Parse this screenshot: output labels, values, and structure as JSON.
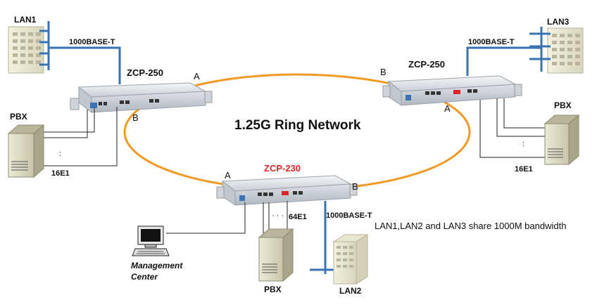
{
  "ring_title": "1.25G Ring Network",
  "note": "LAN1,LAN2 and LAN3 share 1000M bandwidth",
  "devices": {
    "left": {
      "name": "ZCP-250",
      "port_a": "A",
      "port_b": "B"
    },
    "right": {
      "name": "ZCP-250",
      "port_a": "A",
      "port_b": "B"
    },
    "bottom": {
      "name": "ZCP-230",
      "port_a": "A",
      "port_b": "B",
      "name_color": "#d8262b"
    }
  },
  "lans": {
    "lan1": "LAN1",
    "lan2": "LAN2",
    "lan3": "LAN3"
  },
  "links": {
    "lan1_link": "1000BASE-T",
    "lan3_link": "1000BASE-T",
    "lan2_link": "1000BASE-T"
  },
  "pbx": {
    "left": {
      "label": "PBX",
      "trunk": "16E1"
    },
    "right": {
      "label": "PBX",
      "trunk": "16E1"
    },
    "bottom": {
      "label": "PBX",
      "trunk": "64E1"
    }
  },
  "management": {
    "line1": "Management",
    "line2": "Center"
  },
  "colors": {
    "ring": "#f09a25",
    "lan_bus": "#3a72b2",
    "highlight_device": "#d8262b"
  }
}
